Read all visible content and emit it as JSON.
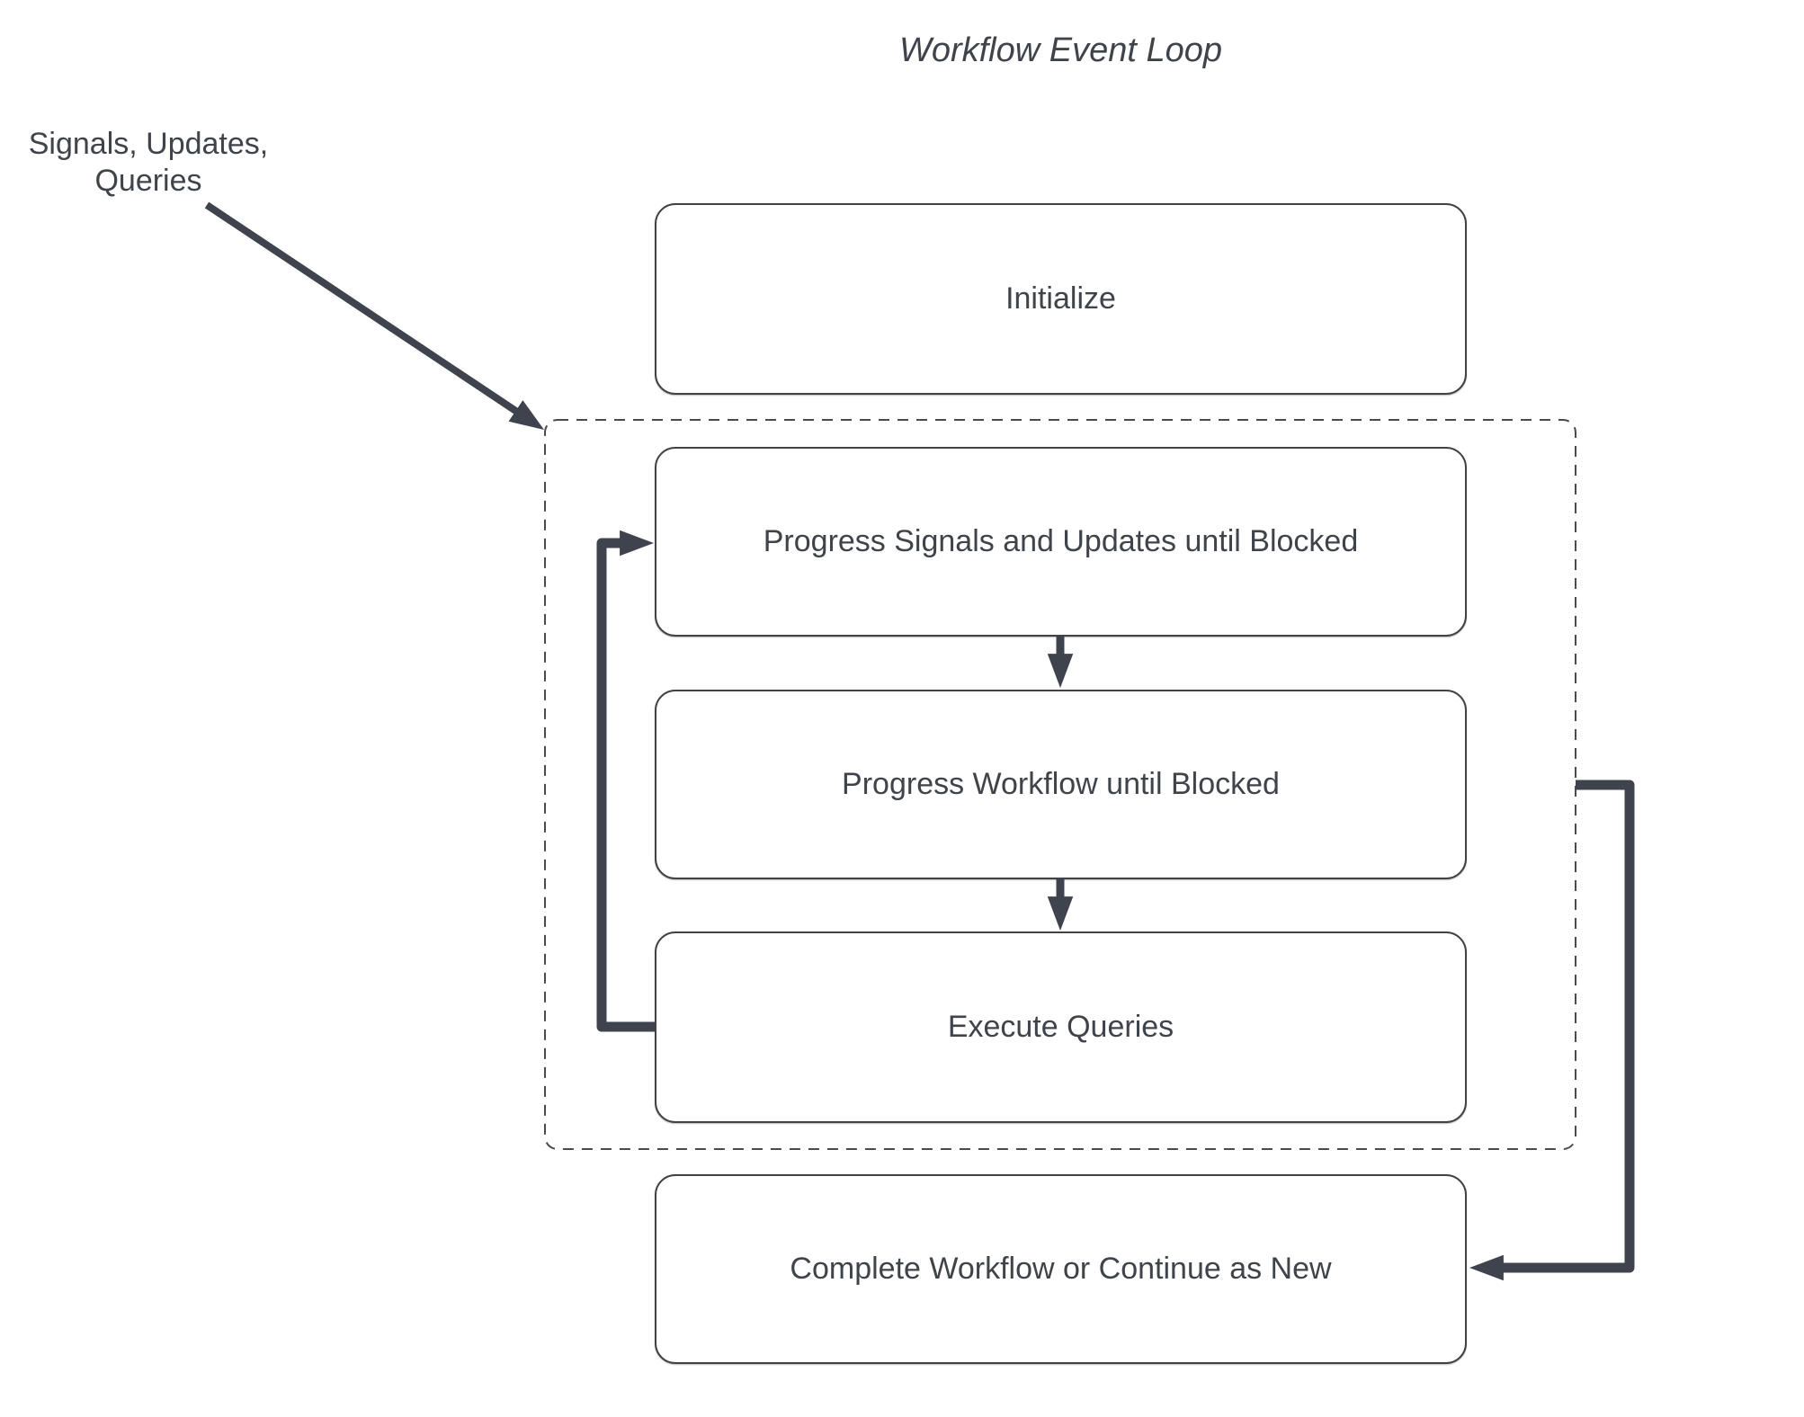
{
  "title": "Workflow Event Loop",
  "annotation": {
    "label": "Signals, Updates,\nQueries"
  },
  "boxes": [
    {
      "id": "initialize",
      "label": "Initialize"
    },
    {
      "id": "progress-signals",
      "label": "Progress Signals and Updates until Blocked"
    },
    {
      "id": "progress-workflow",
      "label": "Progress Workflow until Blocked"
    },
    {
      "id": "execute-queries",
      "label": "Execute Queries"
    },
    {
      "id": "complete-workflow",
      "label": "Complete Workflow or Continue as New"
    }
  ],
  "groups": [
    {
      "id": "event-loop-group",
      "style": "dashed",
      "contains": [
        "progress-signals",
        "progress-workflow",
        "execute-queries"
      ]
    }
  ],
  "connectors": [
    {
      "from": "annotation",
      "to": "event-loop-group",
      "type": "straight-arrow"
    },
    {
      "from": "progress-signals",
      "to": "progress-workflow",
      "type": "straight-arrow"
    },
    {
      "from": "progress-workflow",
      "to": "execute-queries",
      "type": "straight-arrow"
    },
    {
      "from": "execute-queries",
      "to": "progress-signals",
      "type": "elbow-arrow-left-loop"
    },
    {
      "from": "event-loop-group",
      "to": "complete-workflow",
      "type": "elbow-arrow-right-loop"
    }
  ],
  "colors": {
    "connector": "#3e434d",
    "box_border": "#424242",
    "dashed_border": "#4b4b4b",
    "text": "#3f434a",
    "background": "#ffffff"
  }
}
